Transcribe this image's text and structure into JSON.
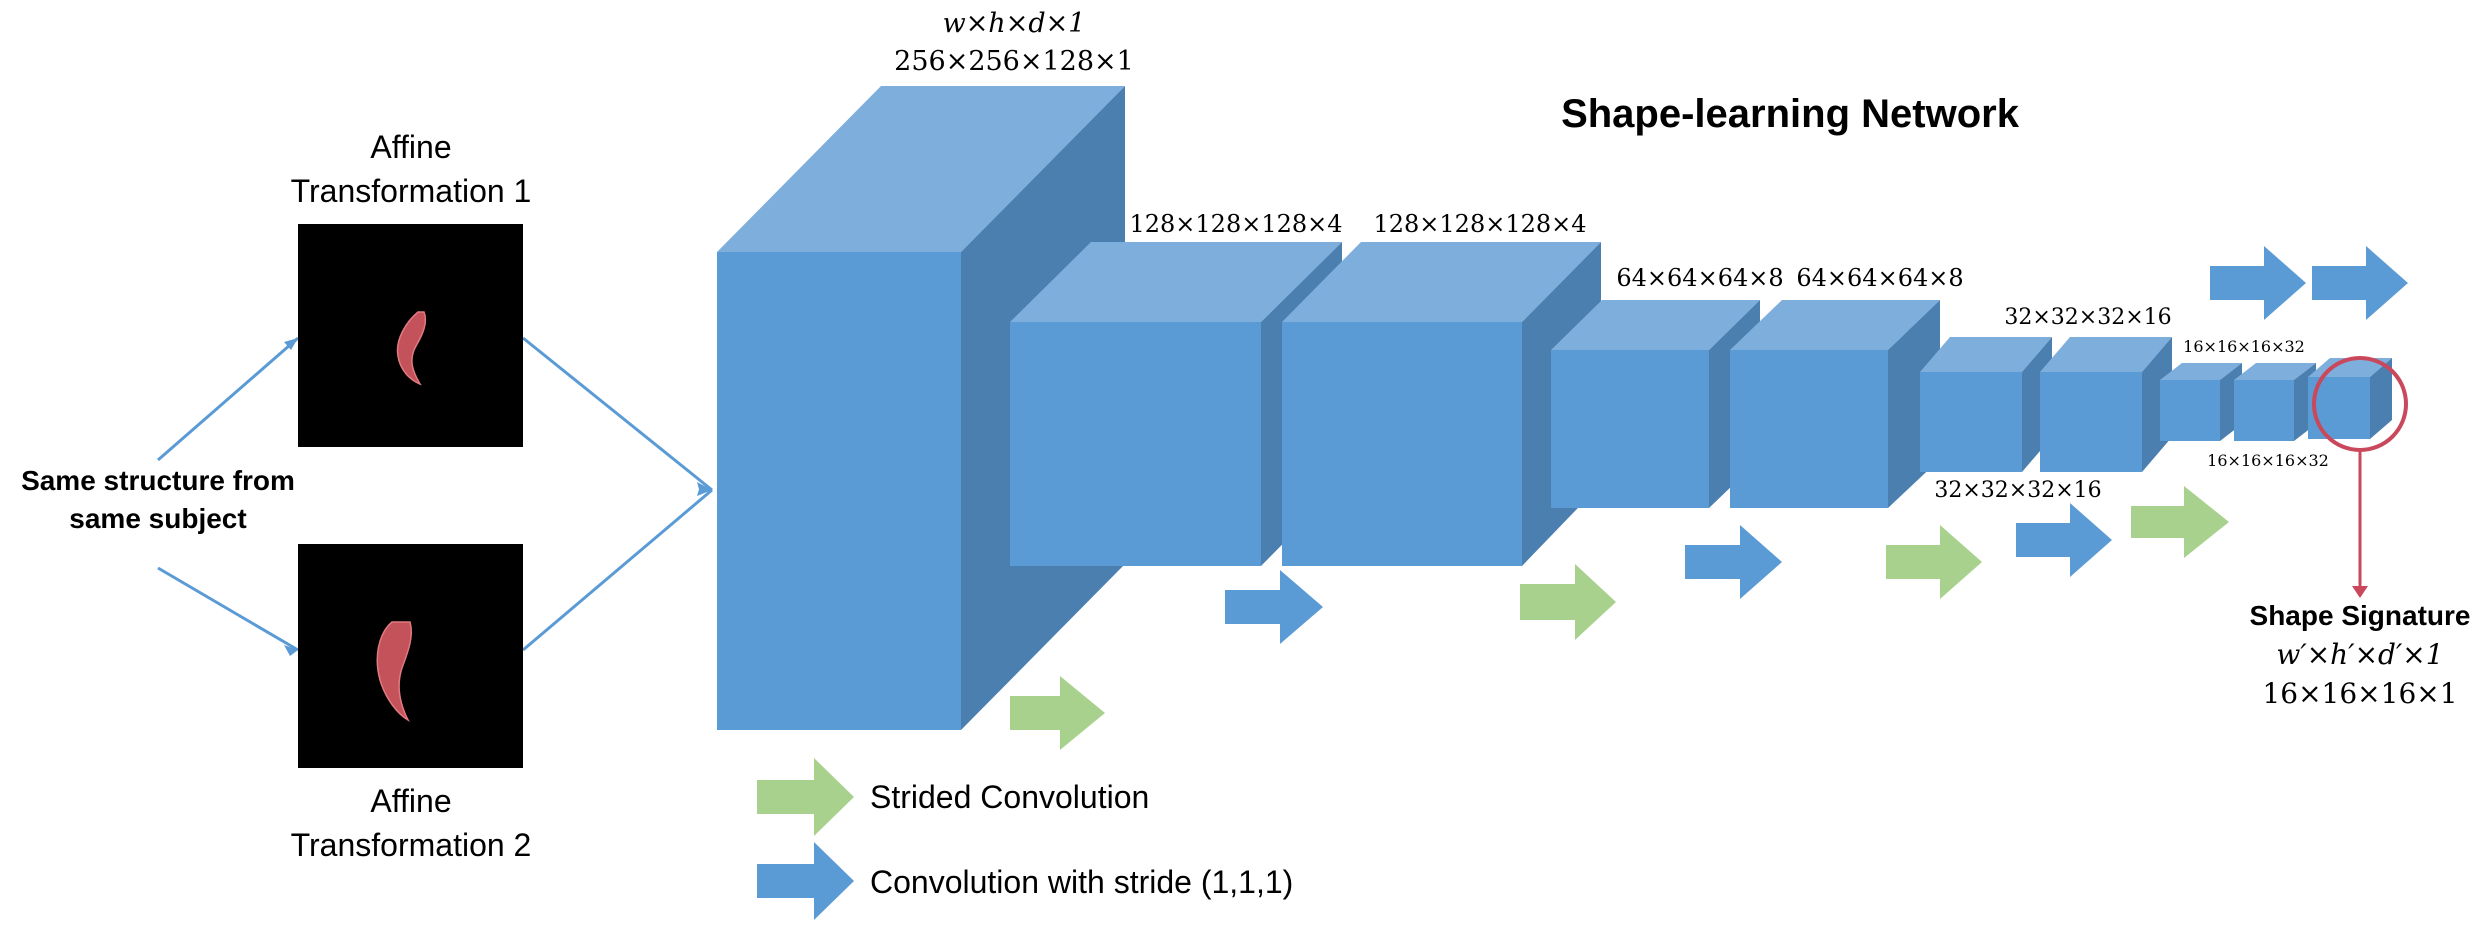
{
  "diagram": {
    "title": "Shape-learning Network",
    "input": {
      "label_line1": "Same structure from",
      "label_line2": "same subject"
    },
    "transforms": [
      {
        "line1": "Affine",
        "line2": "Transformation 1"
      },
      {
        "line1": "Affine",
        "line2": "Transformation 2"
      }
    ],
    "blocks": [
      {
        "dims": "256×256×128×1",
        "dims_symbolic": "w×h×d×1"
      },
      {
        "dims": "128×128×128×4"
      },
      {
        "dims": "128×128×128×4"
      },
      {
        "dims": "64×64×64×8"
      },
      {
        "dims": "64×64×64×8"
      },
      {
        "dims": "32×32×32×16"
      },
      {
        "dims": "32×32×32×16"
      },
      {
        "dims": "16×16×16×32"
      },
      {
        "dims": "16×16×16×32"
      },
      {
        "dims": ""
      }
    ],
    "legend": [
      {
        "label": "Strided Convolution",
        "color": "#a9d18e"
      },
      {
        "label": "Convolution with stride (1,1,1)",
        "color": "#5b9bd5"
      }
    ],
    "signature": {
      "title": "Shape Signature",
      "dims_symbolic": "w′×h′×d′×1",
      "dims": "16×16×16×1"
    },
    "colors": {
      "cube_front": "#5b9bd5",
      "cube_top": "#7eaedc",
      "cube_side": "#4a7fb0",
      "strided_arrow": "#a9d18e",
      "conv_arrow": "#5b9bd5",
      "connector": "#5b9bd5",
      "highlight": "#c9485b",
      "tissue": "#c4525a"
    }
  }
}
